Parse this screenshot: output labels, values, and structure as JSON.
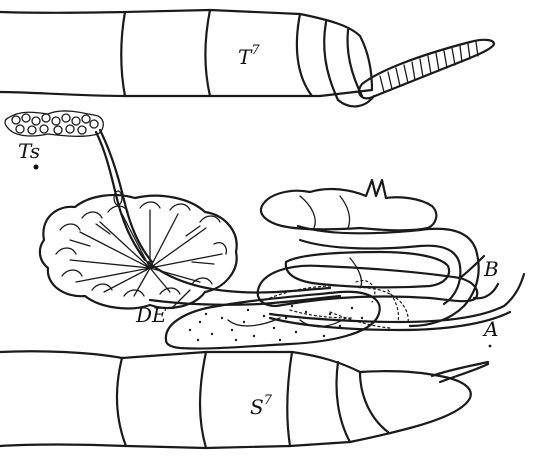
{
  "labels": {
    "upper_segment": "T",
    "upper_segment_sup": "7",
    "testis": "Ts",
    "duct": "DE",
    "gland_b": "B",
    "gland_a": "A",
    "lower_segment": "S",
    "lower_segment_sup": "7"
  }
}
